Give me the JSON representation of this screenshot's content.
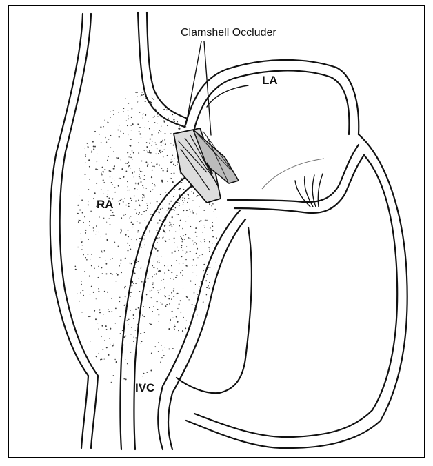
{
  "labels": {
    "callout": "Clamshell Occluder",
    "left_atrium": "LA",
    "right_atrium": "RA",
    "ivc": "IVC"
  },
  "colors": {
    "ink": "#111111",
    "stipple": "#3a3a3a",
    "background": "#ffffff",
    "frame": "#000000"
  }
}
